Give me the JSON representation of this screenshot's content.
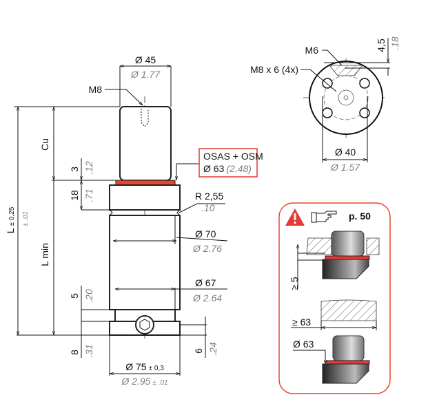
{
  "side_view": {
    "dia_top": "Ø 45",
    "dia_top_in": "Ø 1.77",
    "thread_top": "M8",
    "cu": "Cu",
    "l_total": "L",
    "l_tol": "± 0,25",
    "l_tol_in": "± .01",
    "l_min": "L min",
    "h3": "3",
    "h3_in": ".12",
    "h18": "18",
    "h18_in": ".71",
    "h5": "5",
    "h5_in": ".20",
    "h8": "8",
    "h8_in": ".31",
    "h6": "6",
    "h6_in": ".24",
    "radius": "R 2,55",
    "radius_in": ".10",
    "dia70": "Ø 70",
    "dia70_in": "Ø 2.76",
    "dia67": "Ø 67",
    "dia67_in": "Ø 2.64",
    "dia75": "Ø 75",
    "dia75_tol": "± 0,3",
    "dia75_in": "Ø 2.95",
    "dia75_tol_in": "± .01",
    "callout_line1": "OSAS + OSM",
    "callout_line2": "Ø 63",
    "callout_line2_in": "(2.48)"
  },
  "top_view": {
    "thread_m6": "M6",
    "thread_holes": "M8 x 6 (4x)",
    "depth": "4,5",
    "depth_in": ".18",
    "dia40": "Ø 40",
    "dia40_in": "Ø 1.57"
  },
  "note_box": {
    "warning_icon": "warning-triangle-icon",
    "pointer_icon": "pointing-hand-icon",
    "page_ref": "p. 50",
    "min_height": "≥ 5",
    "min_width": "≥ 63",
    "dia": "Ø 63"
  },
  "colors": {
    "accent_red": "#e8452e",
    "box_red": "#e53935",
    "inch_gray": "#7a7f8a"
  }
}
